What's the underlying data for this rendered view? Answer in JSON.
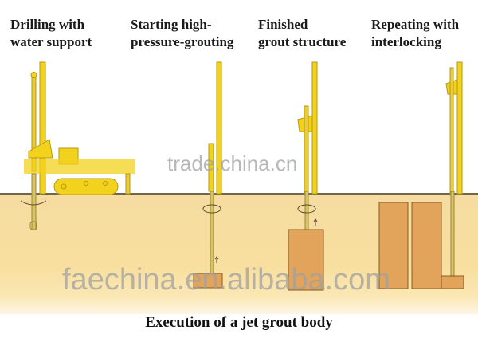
{
  "steps": [
    {
      "label_line1": "Drilling with",
      "label_line2": "water support"
    },
    {
      "label_line1": "Starting high-",
      "label_line2": "pressure-grouting"
    },
    {
      "label_line1": "Finished",
      "label_line2": "grout structure"
    },
    {
      "label_line1": "Repeating with",
      "label_line2": "interlocking"
    }
  ],
  "caption": "Execution of a jet grout body",
  "watermarks": {
    "top": "trade.china.cn",
    "bottom": "faechina.en.alibaba.com"
  },
  "colors": {
    "rig_yellow": "#f2d21c",
    "rig_outline": "#b59a10",
    "soil": "#f6dca0",
    "grout_column": "#e2a45a",
    "ground_line": "#5a4a2c"
  }
}
